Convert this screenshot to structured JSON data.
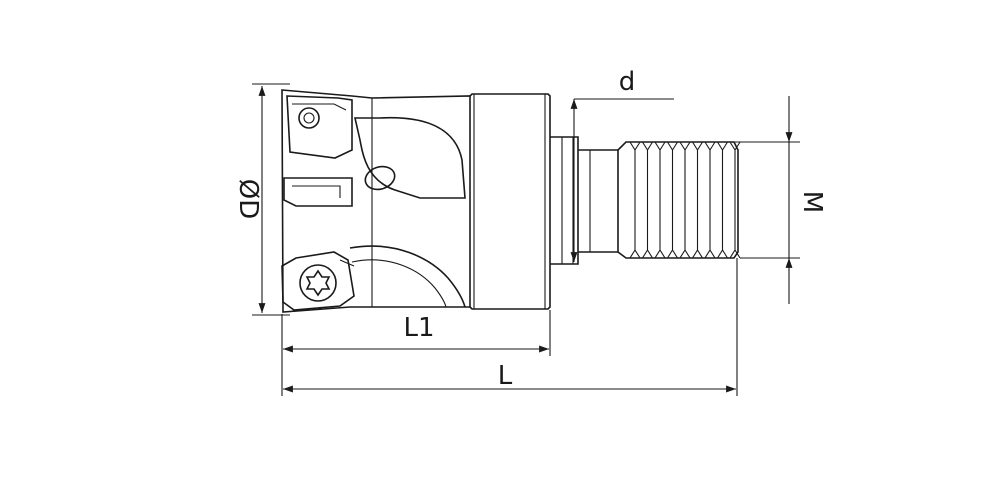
{
  "drawing": {
    "colors": {
      "ink": "#1a1a1a",
      "background": "#ffffff"
    },
    "dimensions": {
      "diameter": "ØD",
      "shank_diameter": "d",
      "thread": "M",
      "head_length": "L1",
      "total_length": "L"
    }
  }
}
